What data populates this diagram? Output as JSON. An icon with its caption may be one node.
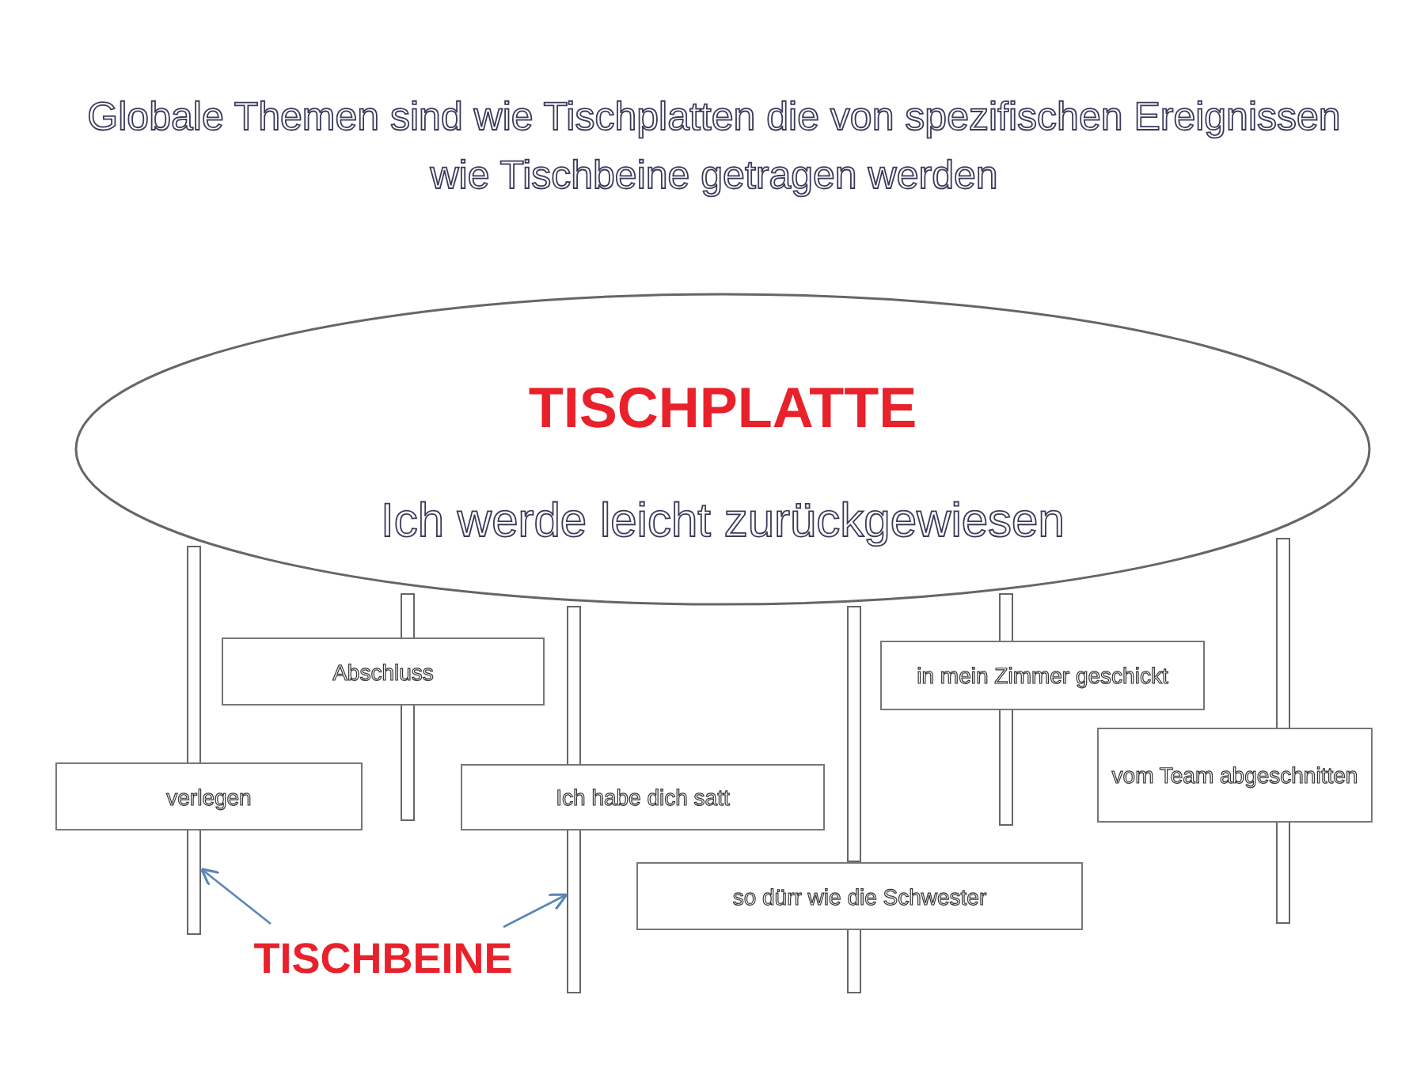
{
  "diagram": {
    "title": "Globale Themen sind wie Tischplatten die von spezifischen Ereignissen wie Tischbeine getragen werden",
    "nodes": [
      {
        "text": [
          "TISCHPLATTE",
          "Ich werde leicht zurückgewiesen"
        ]
      },
      {
        "text": [],
        "shape": "bar"
      },
      {
        "text": [],
        "shape": "bar"
      },
      {
        "text": [],
        "shape": "bar"
      },
      {
        "text": [],
        "shape": "bar"
      },
      {
        "text": [],
        "shape": "bar"
      },
      {
        "text": [],
        "shape": "bar"
      },
      {
        "text": [
          "Abschluss"
        ]
      },
      {
        "text": [
          "in mein Zimmer geschickt"
        ]
      },
      {
        "text": [
          "vom Team abgeschnitten"
        ]
      },
      {
        "text": [
          "verlegen"
        ]
      },
      {
        "text": [
          "Ich habe dich satt"
        ]
      },
      {
        "text": [
          "so dürr wie die Schwester"
        ]
      },
      {
        "text": [
          "TISCHBEINE"
        ]
      }
    ],
    "edges": [
      {
        "from": 13,
        "to": 1,
        "arrow": "to"
      },
      {
        "from": 13,
        "to": 3,
        "arrow": "to"
      }
    ]
  }
}
